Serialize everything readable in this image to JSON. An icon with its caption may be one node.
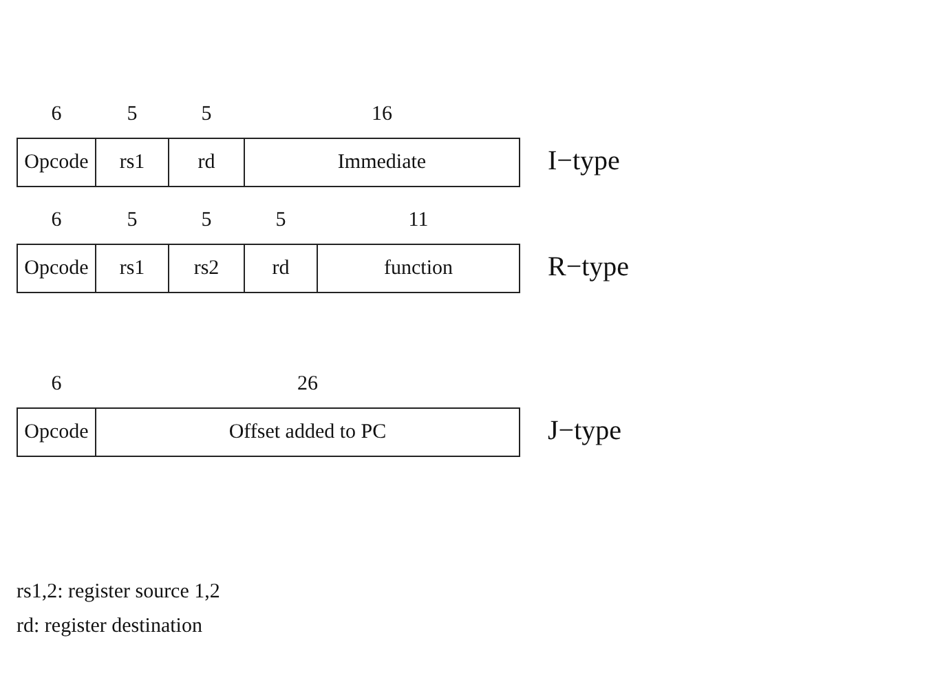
{
  "diagram": {
    "nodes": [
      {
        "text": [
          "Opcode"
        ],
        "beside": [
          "6"
        ]
      },
      {
        "text": [
          "rs1"
        ],
        "beside": [
          "5"
        ]
      },
      {
        "text": [
          "rd"
        ],
        "beside": [
          "5"
        ]
      },
      {
        "text": [
          "Immediate"
        ],
        "beside": [
          "16"
        ]
      },
      {
        "text": [
          "Opcode"
        ],
        "beside": [
          "6"
        ]
      },
      {
        "text": [
          "rs1"
        ],
        "beside": [
          "5"
        ]
      },
      {
        "text": [
          "rs2"
        ],
        "beside": [
          "5"
        ]
      },
      {
        "text": [
          "rd"
        ],
        "beside": [
          "5"
        ]
      },
      {
        "text": [
          "function"
        ],
        "beside": [
          "11"
        ]
      },
      {
        "text": [
          "Opcode"
        ],
        "beside": [
          "6"
        ]
      },
      {
        "text": [
          "Offset added to PC"
        ],
        "beside": [
          "26"
        ]
      }
    ],
    "labels": [
      "I−type",
      "R−type",
      "J−type",
      "rs1,2: register source 1,2",
      "rd: register destination"
    ]
  }
}
